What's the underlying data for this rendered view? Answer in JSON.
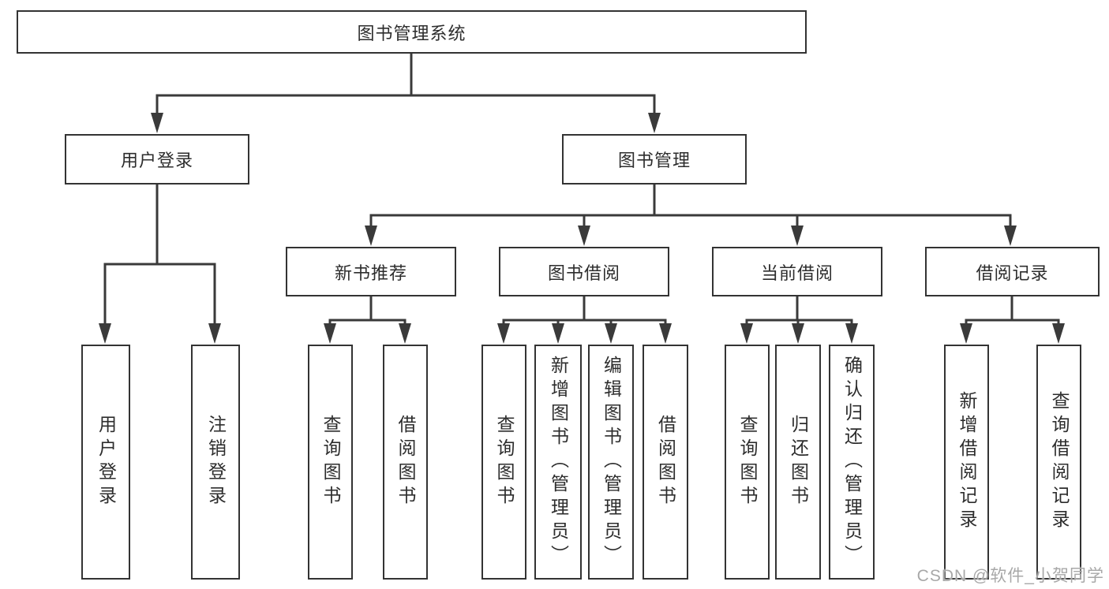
{
  "diagram": {
    "root": {
      "label": "图书管理系统"
    },
    "children": [
      {
        "label": "用户登录",
        "children": [
          {
            "label": "用户登录"
          },
          {
            "label": "注销登录"
          }
        ]
      },
      {
        "label": "图书管理",
        "children": [
          {
            "label": "新书推荐",
            "children": [
              {
                "label": "查询图书"
              },
              {
                "label": "借阅图书"
              }
            ]
          },
          {
            "label": "图书借阅",
            "children": [
              {
                "label": "查询图书"
              },
              {
                "label": "新增图书（管理员）"
              },
              {
                "label": "编辑图书（管理员）"
              },
              {
                "label": "借阅图书"
              }
            ]
          },
          {
            "label": "当前借阅",
            "children": [
              {
                "label": "查询图书"
              },
              {
                "label": "归还图书"
              },
              {
                "label": "确认归还（管理员）"
              }
            ]
          },
          {
            "label": "借阅记录",
            "children": [
              {
                "label": "新增借阅记录"
              },
              {
                "label": "查询借阅记录"
              }
            ]
          }
        ]
      }
    ]
  },
  "watermark": {
    "text": "CSDN @软件_小贺同学"
  },
  "colors": {
    "line": "#3a3a3a",
    "box_border": "#333333",
    "text": "#2d2d2d",
    "background": "#ffffff",
    "watermark_text": "#a8a8a8"
  }
}
